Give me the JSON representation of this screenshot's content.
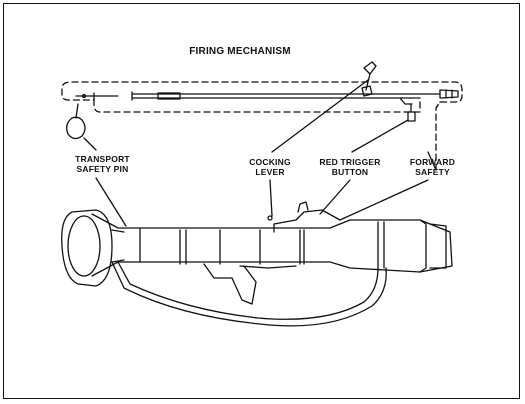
{
  "diagram": {
    "title": "FIRING MECHANISM",
    "labels": {
      "transport_safety_pin": "TRANSPORT\nSAFETY PIN",
      "cocking_lever": "COCKING\nLEVER",
      "red_trigger_button": "RED TRIGGER\nBUTTON",
      "forward_safety": "FORWARD\nSAFETY"
    }
  }
}
